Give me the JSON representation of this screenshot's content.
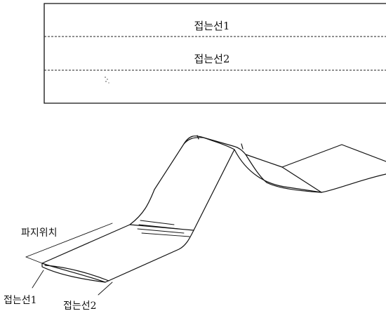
{
  "strip": {
    "fold_line_1": "접는선1",
    "fold_line_2": "접는선2"
  },
  "folded": {
    "wrinkle_label": "파지위치",
    "fold_line_1": "접는선1",
    "fold_line_2": "접는선2"
  }
}
